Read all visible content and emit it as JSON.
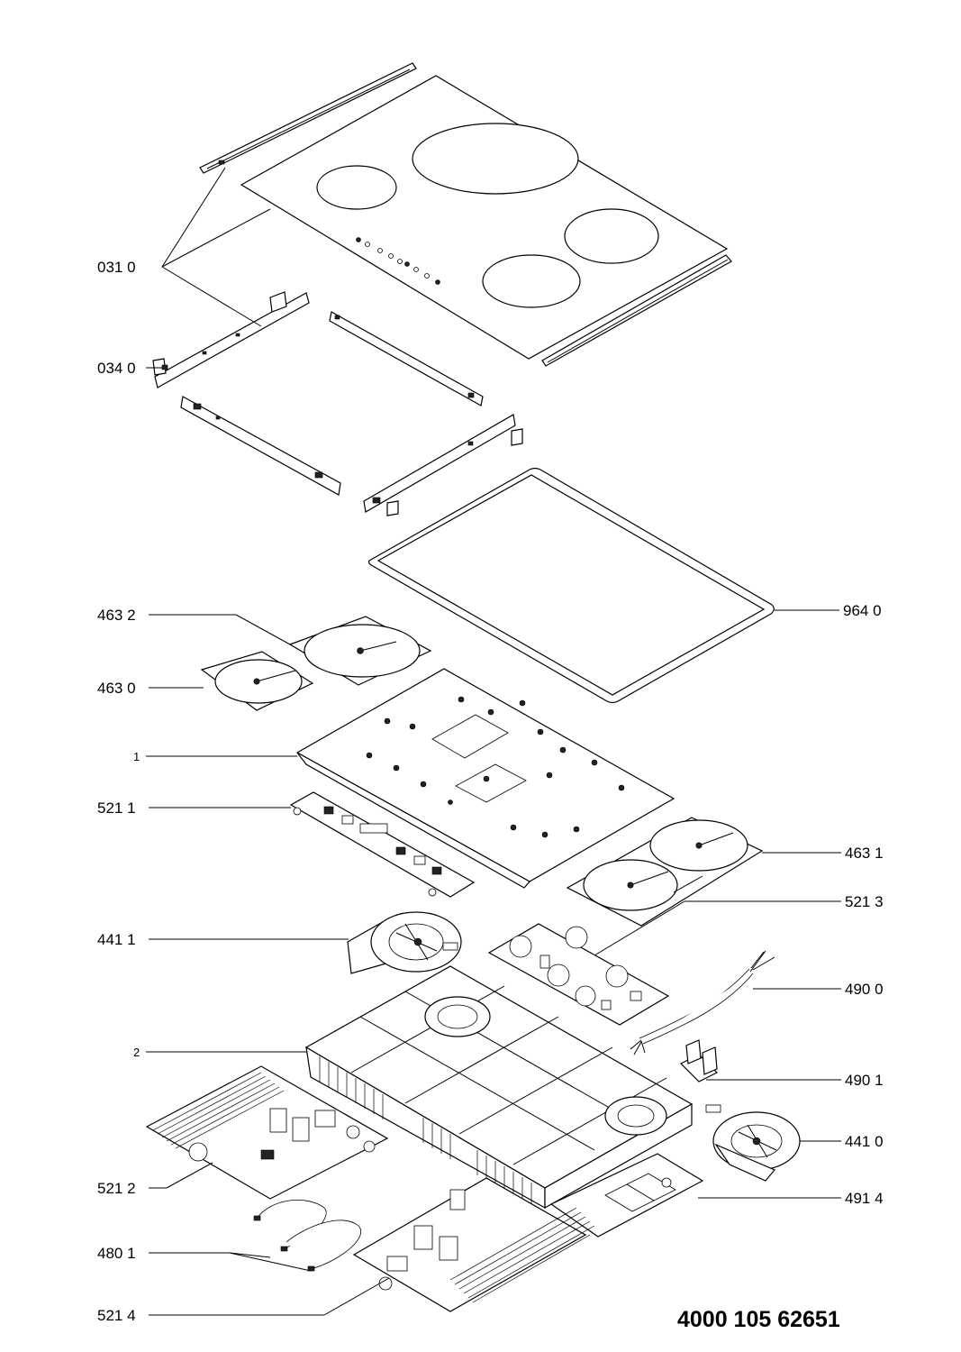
{
  "document_number": "4000 105 62651",
  "callouts": {
    "c031_0": "031 0",
    "c034_0": "034 0",
    "c964_0": "964 0",
    "c463_2": "463 2",
    "c463_0": "463 0",
    "c1": "1",
    "c521_1": "521 1",
    "c463_1": "463 1",
    "c521_3": "521 3",
    "c441_1": "441 1",
    "c490_0": "490 0",
    "c2": "2",
    "c490_1": "490 1",
    "c441_0": "441 0",
    "c521_2": "521 2",
    "c491_4": "491 4",
    "c480_1": "480 1",
    "c521_4": "521 4"
  }
}
